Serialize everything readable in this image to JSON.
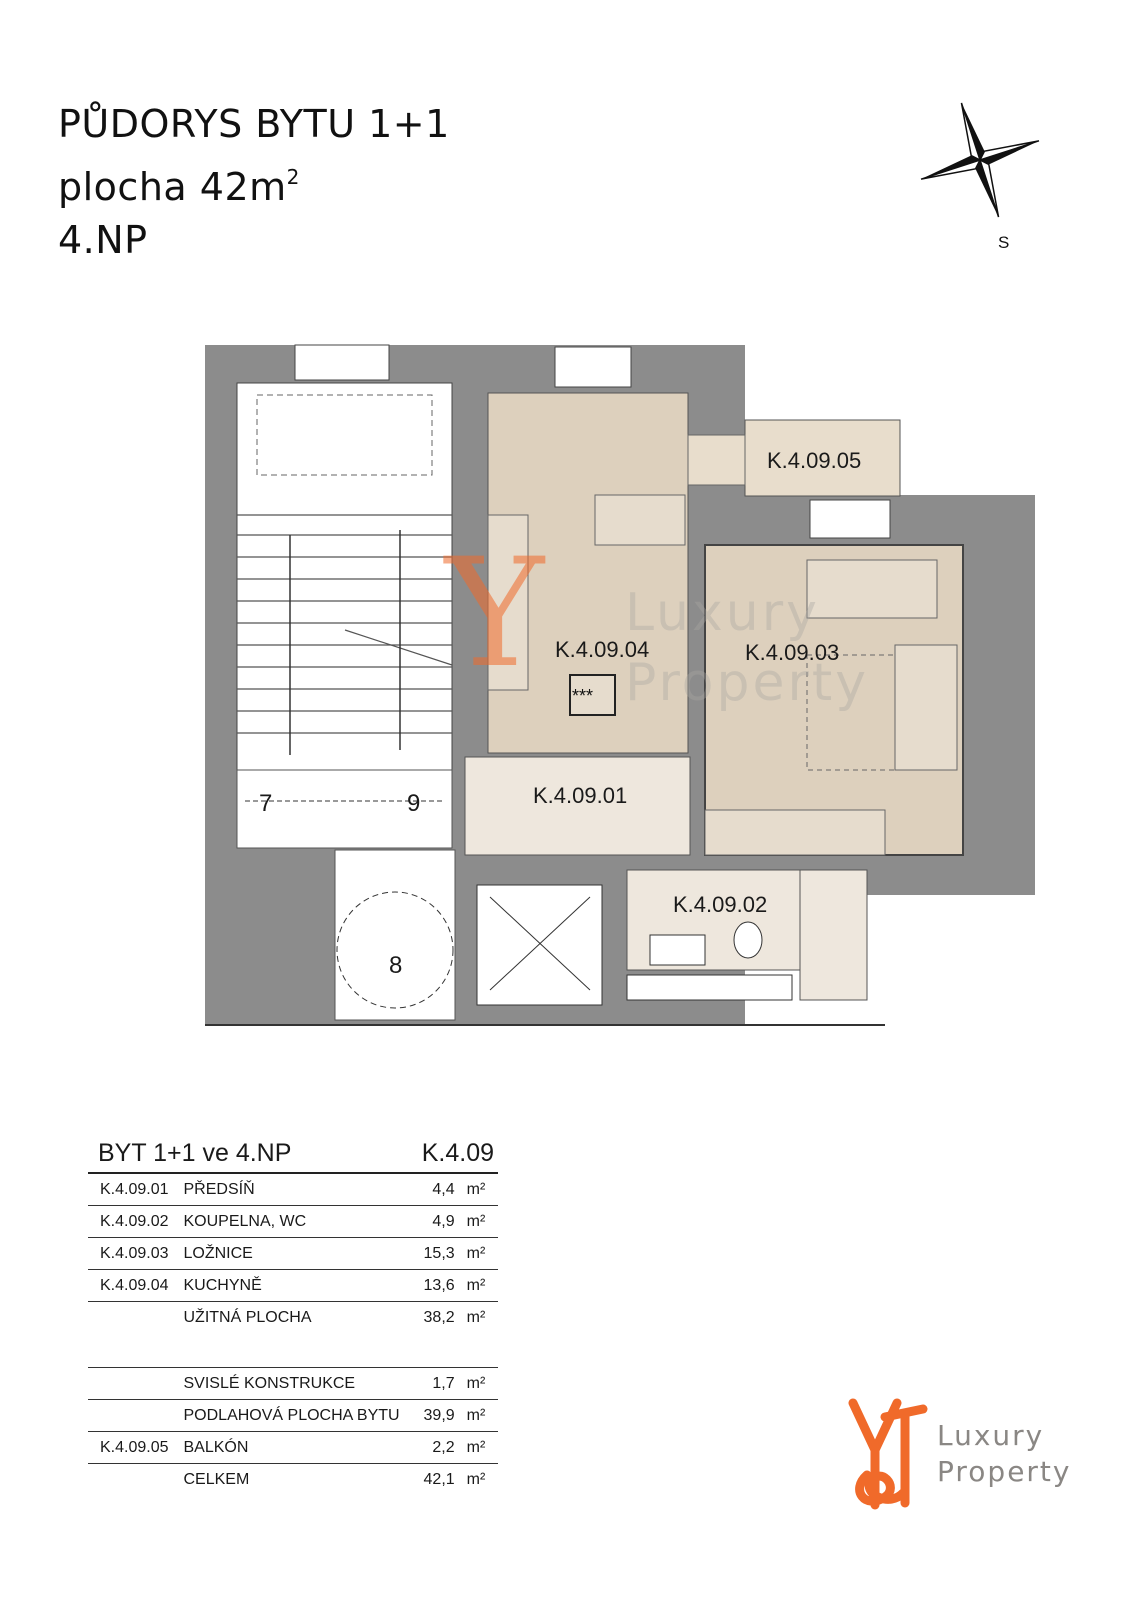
{
  "heading": {
    "line1": "PŮDORYS BYTU 1+1",
    "line2_prefix": "plocha 42m",
    "line2_sup": "2",
    "line3": "4.NP"
  },
  "compass": {
    "label": "S",
    "icon": "compass-rose-icon"
  },
  "plan": {
    "rooms": [
      {
        "code": "K.4.09.05"
      },
      {
        "code": "K.4.09.04"
      },
      {
        "code": "K.4.09.03"
      },
      {
        "code": "K.4.09.01"
      },
      {
        "code": "K.4.09.02"
      }
    ],
    "stair_numbers": [
      "7",
      "9",
      "8"
    ],
    "range_symbol": "***",
    "watermark": {
      "line1": "Luxury",
      "line2": "Property"
    }
  },
  "table": {
    "title": "BYT  1+1  ve  4.NP",
    "code": "K.4.09",
    "rows": [
      {
        "code": "K.4.09.01",
        "name": "PŘEDSÍŇ",
        "area": "4,4",
        "unit": "m²"
      },
      {
        "code": "K.4.09.02",
        "name": "KOUPELNA, WC",
        "area": "4,9",
        "unit": "m²"
      },
      {
        "code": "K.4.09.03",
        "name": "LOŽNICE",
        "area": "15,3",
        "unit": "m²"
      },
      {
        "code": "K.4.09.04",
        "name": "KUCHYNĚ",
        "area": "13,6",
        "unit": "m²"
      },
      {
        "code": "",
        "name": "UŽITNÁ PLOCHA",
        "area": "38,2",
        "unit": "m²"
      },
      {
        "code": "",
        "name": "SVISLÉ KONSTRUKCE",
        "area": "1,7",
        "unit": "m²"
      },
      {
        "code": "",
        "name": "PODLAHOVÁ PLOCHA BYTU",
        "area": "39,9",
        "unit": "m²"
      },
      {
        "code": "K.4.09.05",
        "name": "BALKÓN",
        "area": "2,2",
        "unit": "m²"
      },
      {
        "code": "",
        "name": "CELKEM",
        "area": "42,1",
        "unit": "m²"
      }
    ]
  },
  "logo": {
    "line1": "Luxury",
    "line2": "Property",
    "accent": "#f06a2a"
  },
  "colors": {
    "wall": "#8c8c8c",
    "room": "#ddd0bd",
    "hall": "#eee7dd",
    "accent": "#f06a2a"
  }
}
